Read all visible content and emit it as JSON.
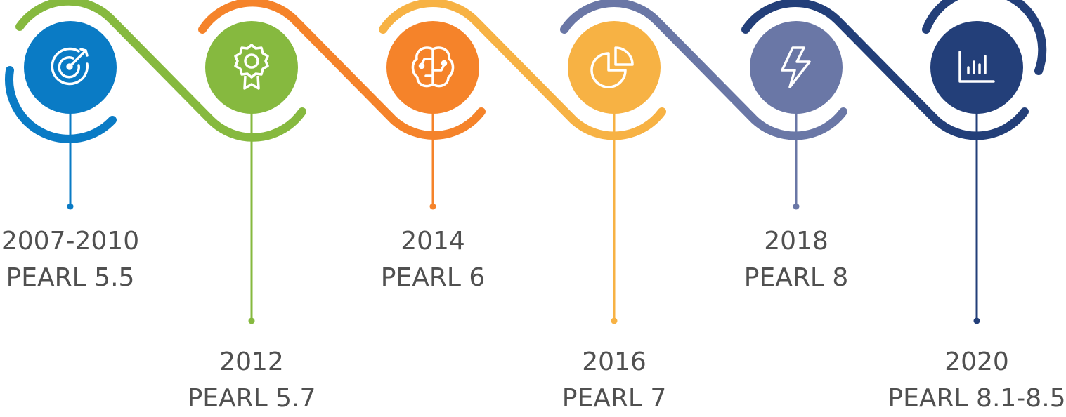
{
  "milestones": [
    {
      "year": "2007-2010",
      "version": "PEARL 5.5",
      "color": "#0a7bc5",
      "icon": "target-icon"
    },
    {
      "year": "2012",
      "version": "PEARL 5.7",
      "color": "#86b93f",
      "icon": "award-badge-icon"
    },
    {
      "year": "2014",
      "version": "PEARL 6",
      "color": "#f5832a",
      "icon": "brain-circuit-icon"
    },
    {
      "year": "2016",
      "version": "PEARL 7",
      "color": "#f7b244",
      "icon": "pie-chart-icon"
    },
    {
      "year": "2018",
      "version": "PEARL 8",
      "color": "#6a77a6",
      "icon": "lightning-icon"
    },
    {
      "year": "2020",
      "version": "PEARL 8.1-8.5",
      "color": "#233f79",
      "icon": "bar-chart-icon"
    }
  ]
}
